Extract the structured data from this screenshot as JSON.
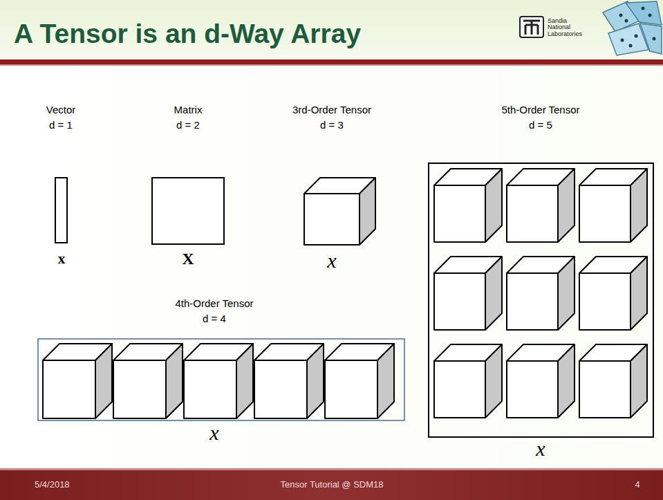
{
  "diagram": {
    "title": "A Tensor is an d-Way Array",
    "labels": [
      "Sandia National Laboratories",
      "Vector",
      "d = 1",
      "x",
      "Matrix",
      "d = 2",
      "X",
      "3rd-Order Tensor",
      "d = 3",
      "x",
      "5th-Order Tensor",
      "d = 5",
      "4th-Order Tensor",
      "d = 4",
      "x",
      "x",
      "5/4/2018",
      "Tensor Tutorial @ SDM18",
      "4"
    ]
  }
}
